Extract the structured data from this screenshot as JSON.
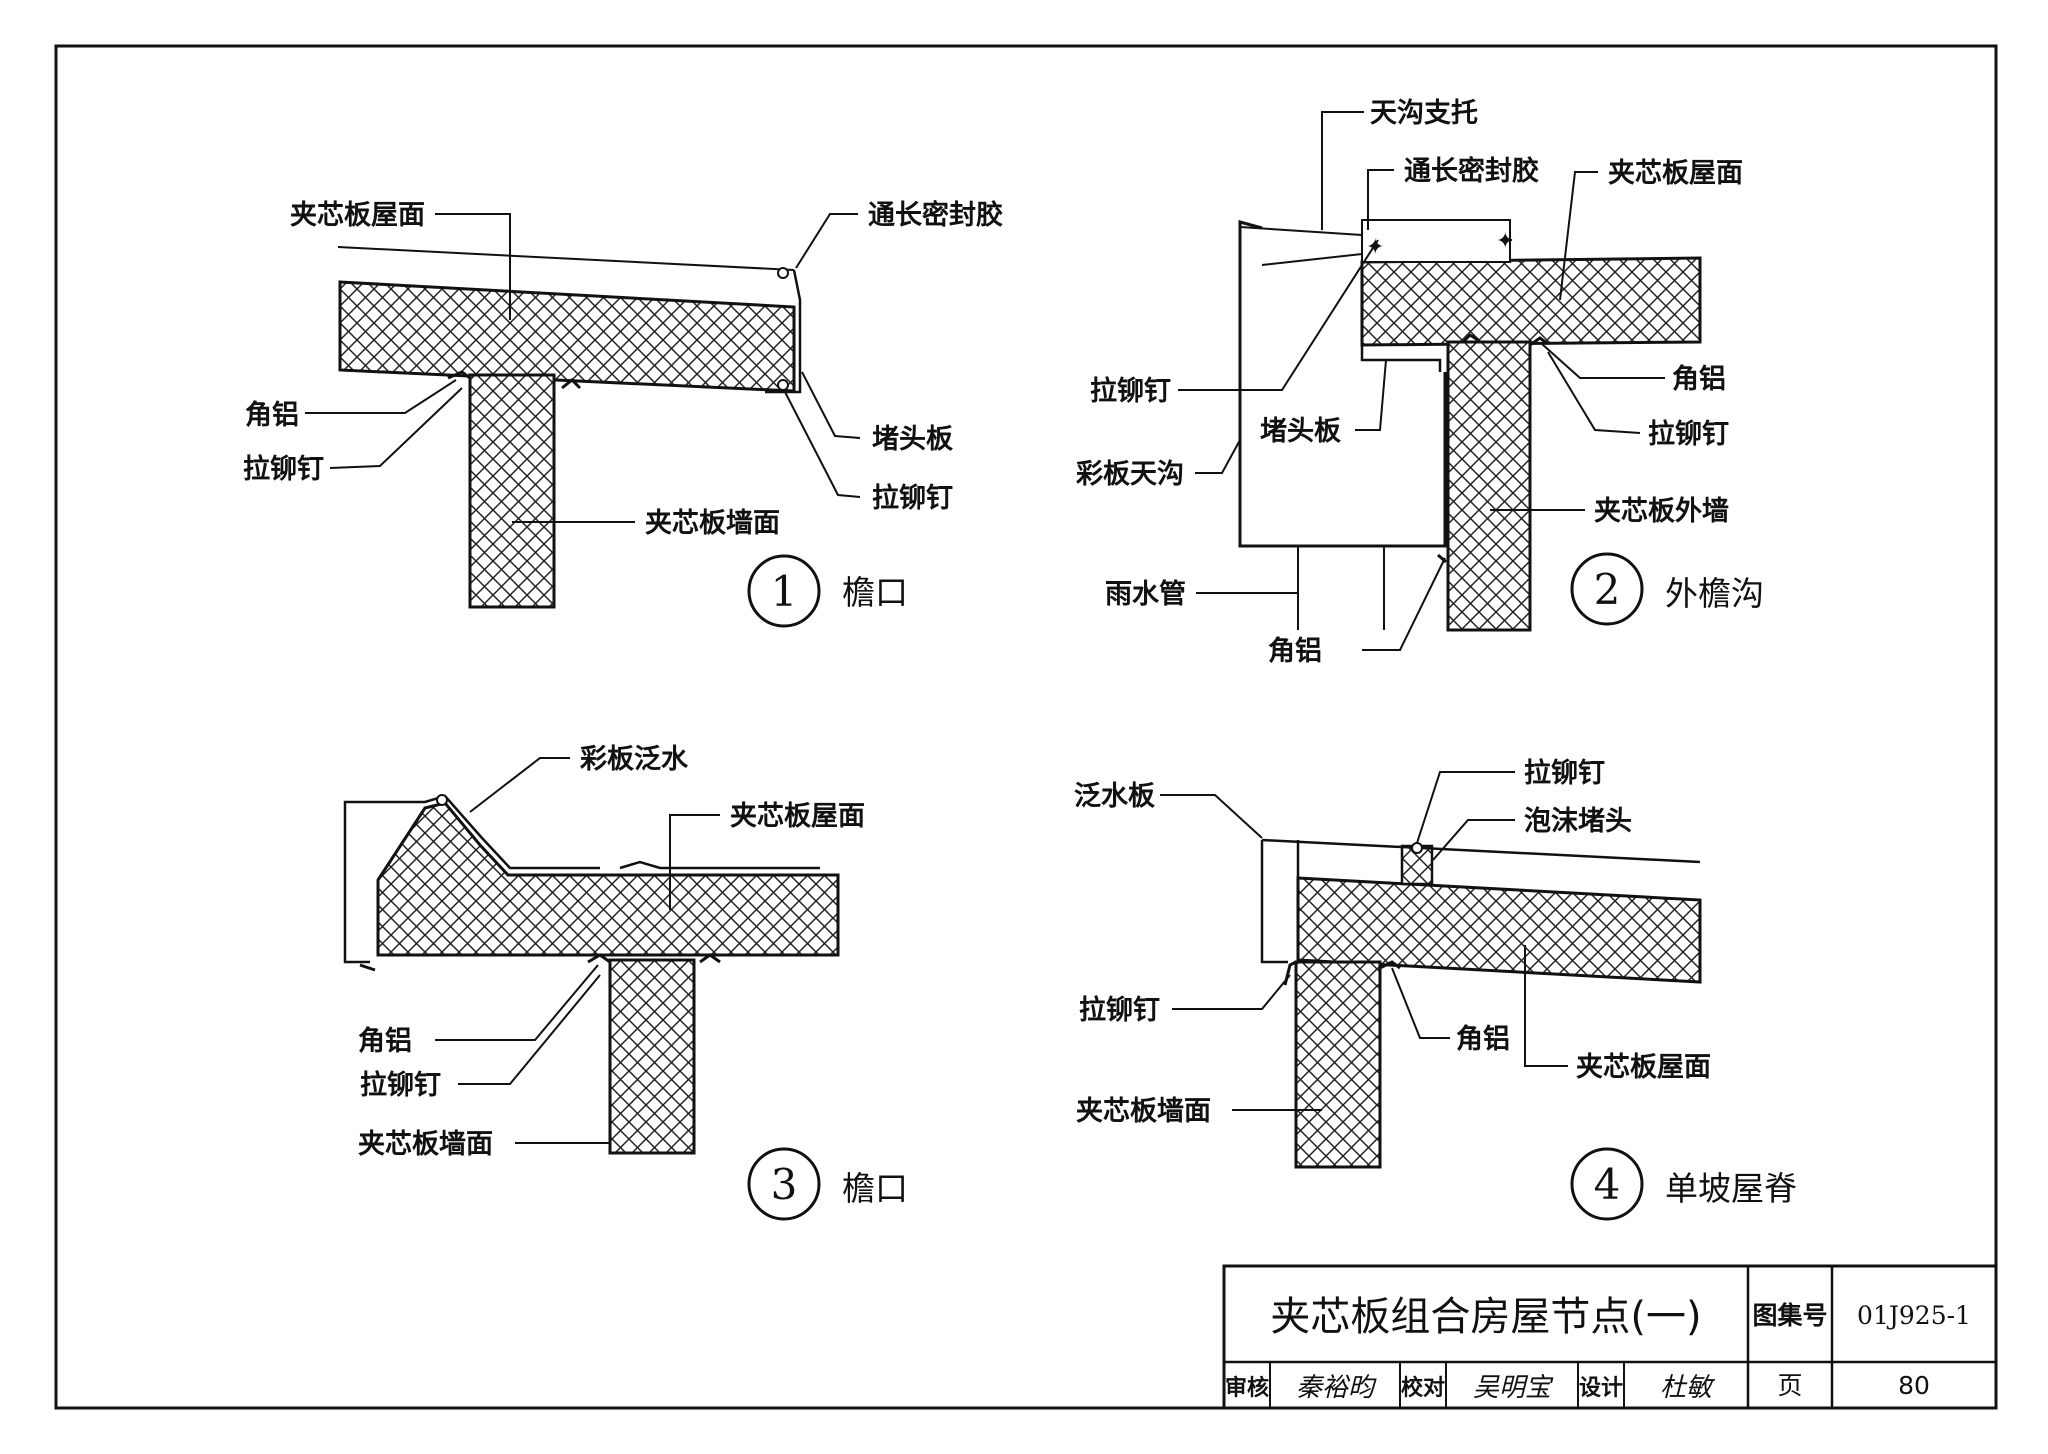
{
  "details": [
    {
      "number": "1",
      "caption": "檐口",
      "labels": {
        "roof": "夹芯板屋面",
        "sealant": "通长密封胶",
        "angle": "角铝",
        "rivet_left": "拉铆钉",
        "end_plate": "堵头板",
        "rivet_right": "拉铆钉",
        "wall": "夹芯板墙面"
      }
    },
    {
      "number": "2",
      "caption": "外檐沟",
      "labels": {
        "gutter_support": "天沟支托",
        "sealant": "通长密封胶",
        "roof": "夹芯板屋面",
        "rivet_left": "拉铆钉",
        "end_plate": "堵头板",
        "angle_right": "角铝",
        "rivet_right": "拉铆钉",
        "gutter": "彩板天沟",
        "outer_wall": "夹芯板外墙",
        "downpipe": "雨水管",
        "angle_bottom": "角铝"
      }
    },
    {
      "number": "3",
      "caption": "檐口",
      "labels": {
        "flashing": "彩板泛水",
        "roof": "夹芯板屋面",
        "angle": "角铝",
        "rivet": "拉铆钉",
        "wall": "夹芯板墙面"
      }
    },
    {
      "number": "4",
      "caption": "单坡屋脊",
      "labels": {
        "flashing": "泛水板",
        "rivet_top": "拉铆钉",
        "foam": "泡沫堵头",
        "rivet_left": "拉铆钉",
        "angle": "角铝",
        "roof": "夹芯板屋面",
        "wall": "夹芯板墙面"
      }
    }
  ],
  "title_block": {
    "title": "夹芯板组合房屋节点(一)",
    "atlas_label": "图集号",
    "atlas_value": "01J925-1",
    "review_label": "审核",
    "review_sig": "秦裕昀",
    "check_label": "校对",
    "check_sig": "吴明宝",
    "design_label": "设计",
    "design_sig": "杜敏",
    "page_label": "页",
    "page_value": "80"
  }
}
